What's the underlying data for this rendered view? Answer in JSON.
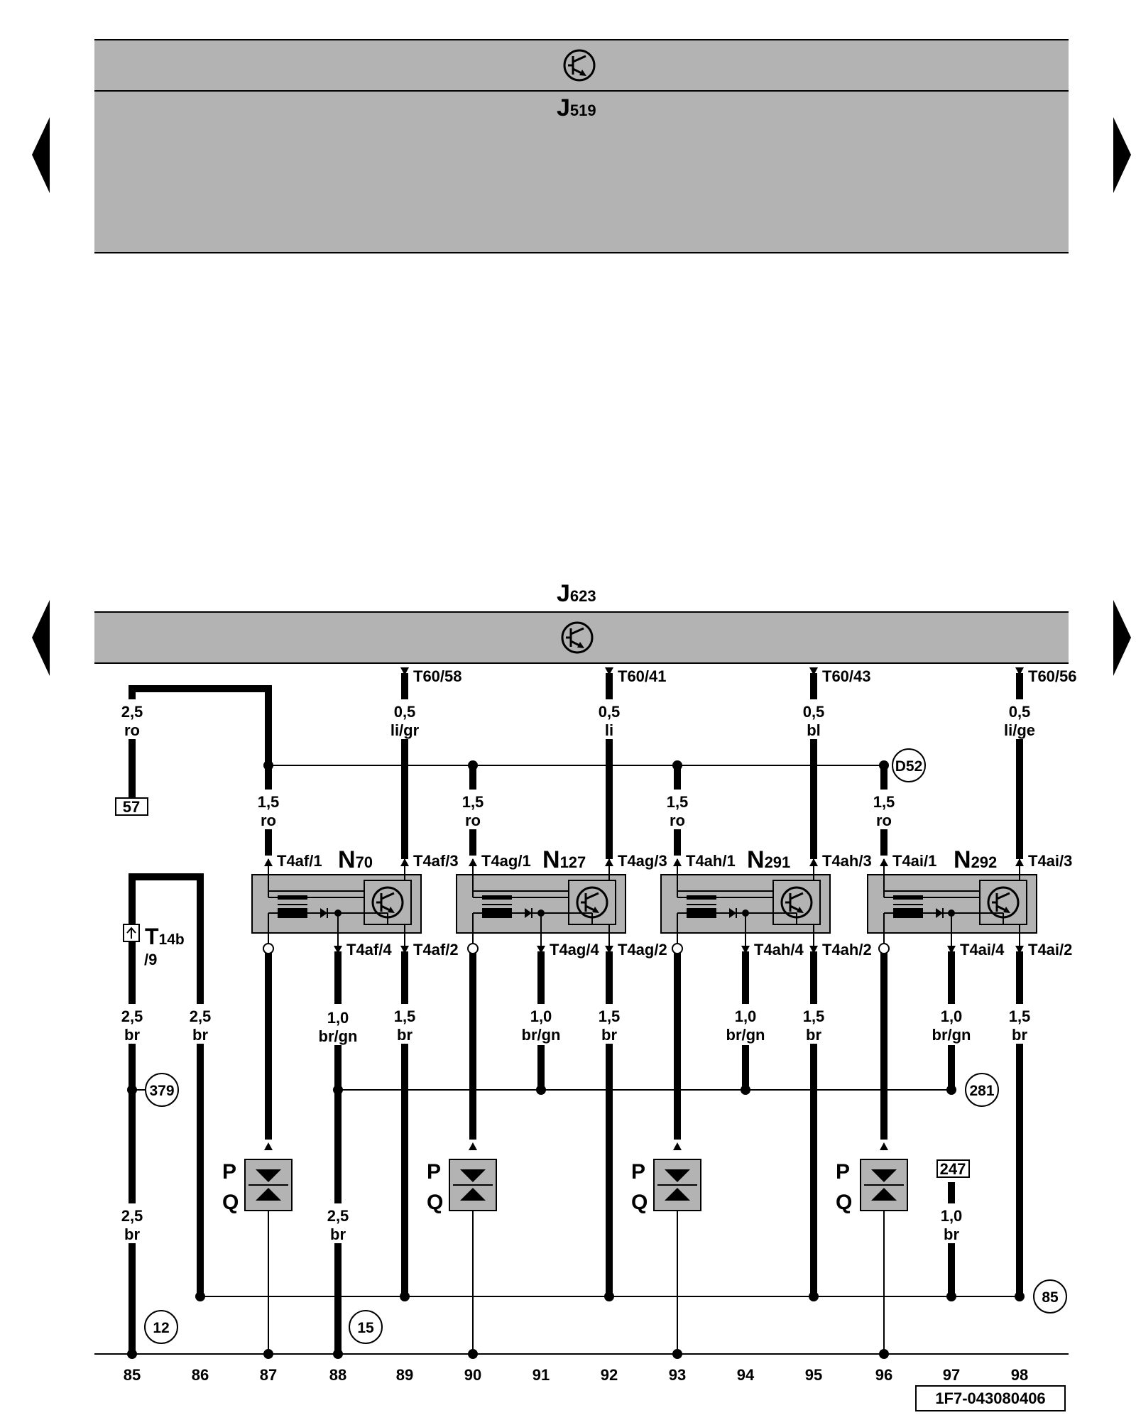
{
  "top_unit": {
    "name": "J",
    "sub": "519"
  },
  "bottom_unit": {
    "name": "J",
    "sub": "623"
  },
  "pins_top": [
    {
      "id": "t6058",
      "label": "T60/58"
    },
    {
      "id": "t6041",
      "label": "T60/41"
    },
    {
      "id": "t6043",
      "label": "T60/43"
    },
    {
      "id": "t6056",
      "label": "T60/56"
    }
  ],
  "wires": [
    {
      "id": "w-ro-left",
      "size": "2,5",
      "color": "ro"
    },
    {
      "id": "w-ligr",
      "size": "0,5",
      "color": "li/gr"
    },
    {
      "id": "w-li",
      "size": "0,5",
      "color": "li"
    },
    {
      "id": "w-bl",
      "size": "0,5",
      "color": "bl"
    },
    {
      "id": "w-lige",
      "size": "0,5",
      "color": "li/ge"
    },
    {
      "id": "w-ro-n70",
      "size": "1,5",
      "color": "ro"
    },
    {
      "id": "w-ro-n127",
      "size": "1,5",
      "color": "ro"
    },
    {
      "id": "w-ro-n291",
      "size": "1,5",
      "color": "ro"
    },
    {
      "id": "w-ro-n292",
      "size": "1,5",
      "color": "ro"
    },
    {
      "id": "w-br-85a",
      "size": "2,5",
      "color": "br"
    },
    {
      "id": "w-br-86",
      "size": "2,5",
      "color": "br"
    },
    {
      "id": "w-brgn-88",
      "size": "1,0",
      "color": "br/gn"
    },
    {
      "id": "w-br-89",
      "size": "1,5",
      "color": "br"
    },
    {
      "id": "w-brgn-91",
      "size": "1,0",
      "color": "br/gn"
    },
    {
      "id": "w-br-92",
      "size": "1,5",
      "color": "br"
    },
    {
      "id": "w-brgn-94",
      "size": "1,0",
      "color": "br/gn"
    },
    {
      "id": "w-br-95",
      "size": "1,5",
      "color": "br"
    },
    {
      "id": "w-brgn-97",
      "size": "1,0",
      "color": "br/gn"
    },
    {
      "id": "w-br-98",
      "size": "1,5",
      "color": "br"
    },
    {
      "id": "w-br-85b",
      "size": "2,5",
      "color": "br"
    },
    {
      "id": "w-br-88b",
      "size": "2,5",
      "color": "br"
    },
    {
      "id": "w-br-97b",
      "size": "1,0",
      "color": "br"
    }
  ],
  "components": [
    {
      "id": "n70",
      "name": "N",
      "sub": "70",
      "pin1": "T4af/1",
      "pin2": "T4af/2",
      "pin3": "T4af/3",
      "pin4": "T4af/4"
    },
    {
      "id": "n127",
      "name": "N",
      "sub": "127",
      "pin1": "T4ag/1",
      "pin2": "T4ag/2",
      "pin3": "T4ag/3",
      "pin4": "T4ag/4"
    },
    {
      "id": "n291",
      "name": "N",
      "sub": "291",
      "pin1": "T4ah/1",
      "pin2": "T4ah/2",
      "pin3": "T4ah/3",
      "pin4": "T4ah/4"
    },
    {
      "id": "n292",
      "name": "N",
      "sub": "292",
      "pin1": "T4ai/1",
      "pin2": "T4ai/2",
      "pin3": "T4ai/3",
      "pin4": "T4ai/4"
    }
  ],
  "spark_plug_letters": {
    "p": "P",
    "q": "Q"
  },
  "connector_t14b": {
    "name": "T",
    "sub": "14b",
    "pin": "/9"
  },
  "refs": {
    "box_57": "57",
    "box_247": "247",
    "circle_d52": "D52",
    "circle_379": "379",
    "circle_281": "281",
    "circle_85": "85",
    "circle_12": "12",
    "circle_15": "15"
  },
  "tracks": [
    "85",
    "86",
    "87",
    "88",
    "89",
    "90",
    "91",
    "92",
    "93",
    "94",
    "95",
    "96",
    "97",
    "98"
  ],
  "doc_id": "1F7-043080406",
  "colors": {
    "panel_fill": "#b3b3b3",
    "line": "#000000",
    "background": "#ffffff"
  },
  "icons": [
    "transistor-icon",
    "nav-left-arrow",
    "nav-right-arrow",
    "diode-icon",
    "spark-plug-icon"
  ]
}
